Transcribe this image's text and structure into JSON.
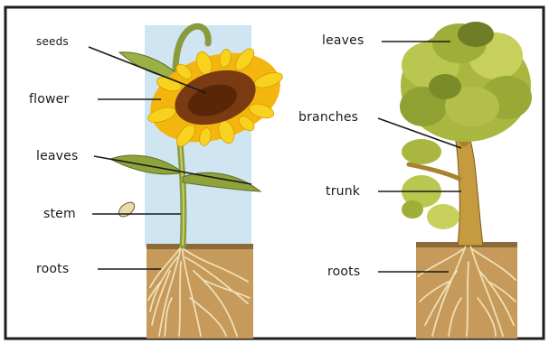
{
  "sunflower": {
    "labels": {
      "seeds": "seeds",
      "flower": "flower",
      "leaves": "leaves",
      "stem": "stem",
      "roots": "roots"
    }
  },
  "tree": {
    "labels": {
      "leaves": "leaves",
      "branches": "branches",
      "trunk": "trunk",
      "roots": "roots"
    }
  },
  "colors": {
    "border": "#1e1e1e",
    "sky": "#cfe6f2",
    "soil": "#c59a5a",
    "petal": "#f4c515",
    "flower_center": "#7a3a12",
    "stem": "#8a9a3c",
    "foliage": "#a9b63f",
    "trunk": "#c69a3e"
  }
}
